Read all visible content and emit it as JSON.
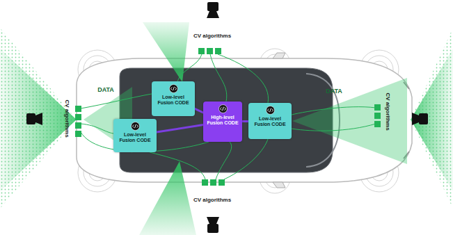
{
  "diagram": {
    "nodes": [
      {
        "text": [
          "Low-level Fusion CODE"
        ]
      },
      {
        "text": [
          "Low-level Fusion CODE"
        ]
      },
      {
        "text": [
          "High-level Fusion CODE"
        ]
      },
      {
        "text": [
          "Low-level Fusion CODE"
        ]
      }
    ],
    "edges": [
      {
        "from": 0,
        "to": 2,
        "arrow": "none"
      },
      {
        "from": 1,
        "to": 2,
        "arrow": "none"
      },
      {
        "from": 3,
        "to": 2,
        "arrow": "none"
      }
    ],
    "labels": [
      "CV algorithms",
      "CV algorithms",
      "CV algorithms",
      "CV algorithms",
      "DATA",
      "DATA"
    ]
  }
}
